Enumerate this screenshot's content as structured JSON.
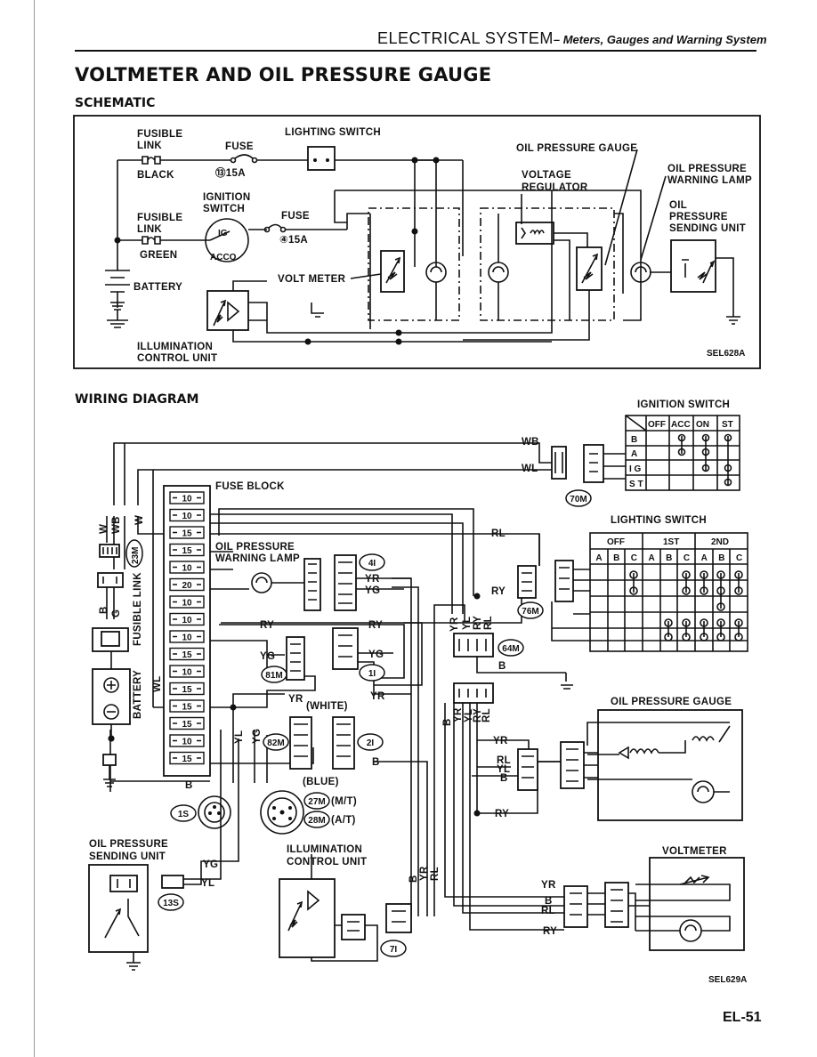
{
  "header": {
    "section": "ELECTRICAL SYSTEM",
    "subtitle": "– Meters, Gauges and Warning System"
  },
  "page_title": "VOLTMETER AND OIL PRESSURE GAUGE",
  "schematic": {
    "heading": "SCHEMATIC",
    "code": "SEL628A",
    "labels": {
      "fusible_link_1": "FUSIBLE",
      "fusible_link_1b": "LINK",
      "black": "BLACK",
      "fuse_1": "FUSE",
      "fuse_1_rating": "⑬15A",
      "lighting_switch": "LIGHTING SWITCH",
      "oil_pressure_gauge": "OIL PRESSURE GAUGE",
      "voltage_regulator_1": "VOLTAGE",
      "voltage_regulator_2": "REGULATOR",
      "oil_warning_1": "OIL PRESSURE",
      "oil_warning_2": "WARNING LAMP",
      "ignition_switch_1": "IGNITION",
      "ignition_switch_2": "SWITCH",
      "fusible_link_2": "FUSIBLE",
      "fusible_link_2b": "LINK",
      "green": "GREEN",
      "fuse_2": "FUSE",
      "fuse_2_rating": "④15A",
      "ig": "IG",
      "acco": "ACCO",
      "oil_sending_1": "OIL",
      "oil_sending_2": "PRESSURE",
      "oil_sending_3": "SENDING UNIT",
      "battery": "BATTERY",
      "volt_meter": "VOLT METER",
      "illumination_1": "ILLUMINATION",
      "illumination_2": "CONTROL UNIT"
    }
  },
  "wiring": {
    "heading": "WIRING DIAGRAM",
    "code": "SEL629A",
    "ignition_switch": {
      "title": "IGNITION SWITCH",
      "columns": [
        "OFF",
        "ACC",
        "ON",
        "ST"
      ],
      "rows": [
        "B",
        "A",
        "I G",
        "S T"
      ]
    },
    "lighting_switch": {
      "title": "LIGHTING SWITCH",
      "groups": [
        "OFF",
        "1ST",
        "2ND"
      ],
      "subcols": [
        "A",
        "B",
        "C",
        "A",
        "B",
        "C",
        "A",
        "B",
        "C"
      ]
    },
    "labels": {
      "fuse_block": "FUSE BLOCK",
      "oil_warning_1": "OIL PRESSURE",
      "oil_warning_2": "WARNING LAMP",
      "fusible_link": "FUSIBLE LINK",
      "battery": "BATTERY",
      "white": "(WHITE)",
      "blue": "(BLUE)",
      "mt": "(M/T)",
      "at": "(A/T)",
      "oil_sending_1": "OIL PRESSURE",
      "oil_sending_2": "SENDING UNIT",
      "illumination_1": "ILLUMINATION",
      "illumination_2": "CONTROL UNIT",
      "oil_gauge": "OIL PRESSURE GAUGE",
      "voltmeter": "VOLTMETER"
    },
    "fuses": [
      "10",
      "10",
      "15",
      "15",
      "10",
      "20",
      "10",
      "10",
      "10",
      "15",
      "10",
      "15",
      "15",
      "15",
      "10",
      "15"
    ],
    "wire_labels": {
      "wb": "WB",
      "wl": "WL",
      "rl": "RL",
      "ry": "RY",
      "yr": "YR",
      "yg": "YG",
      "yl": "YL",
      "b": "B",
      "w": "W",
      "g": "G"
    },
    "connectors": {
      "c70m": "70M",
      "c23m": "23M",
      "c41": "4I",
      "c76m": "76M",
      "c64m": "64M",
      "c81m": "81M",
      "c11": "1I",
      "c82m": "82M",
      "c21": "2I",
      "c1s": "1S",
      "c27m": "27M",
      "c28m": "28M",
      "c13s": "13S",
      "c71": "7I"
    }
  },
  "page_number": "EL-51"
}
